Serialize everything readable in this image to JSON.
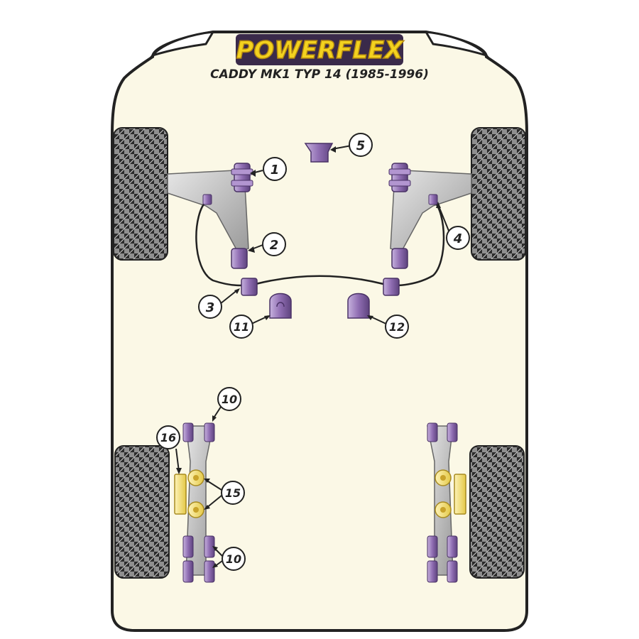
{
  "brand": {
    "logo_text": "POWERFLEX",
    "subtitle": "CADDY MK1 TYP 14 (1985-1996)",
    "logo_bg": "#3a2a4a",
    "logo_fill": "#f3d21f",
    "logo_outline": "#b58a10"
  },
  "colors": {
    "body_outline": "#222222",
    "body_fill": "#fbf8e6",
    "bush_purple": "#9c7bbb",
    "bush_purple_dark": "#5a3f78",
    "bush_yellow": "#f4e27a",
    "arm_grey": "#bdbdbd",
    "tyre_dark": "#2b2b2b",
    "tyre_light": "#8f8f8f"
  },
  "callouts": [
    {
      "id": "1",
      "label": "1"
    },
    {
      "id": "2",
      "label": "2"
    },
    {
      "id": "3",
      "label": "3"
    },
    {
      "id": "4",
      "label": "4"
    },
    {
      "id": "5",
      "label": "5"
    },
    {
      "id": "10a",
      "label": "10"
    },
    {
      "id": "10b",
      "label": "10"
    },
    {
      "id": "11",
      "label": "11"
    },
    {
      "id": "12",
      "label": "12"
    },
    {
      "id": "15",
      "label": "15"
    },
    {
      "id": "16",
      "label": "16"
    }
  ],
  "icons": {
    "tyre": "tyre-icon",
    "bush": "bush-icon",
    "arm": "wishbone-icon"
  }
}
